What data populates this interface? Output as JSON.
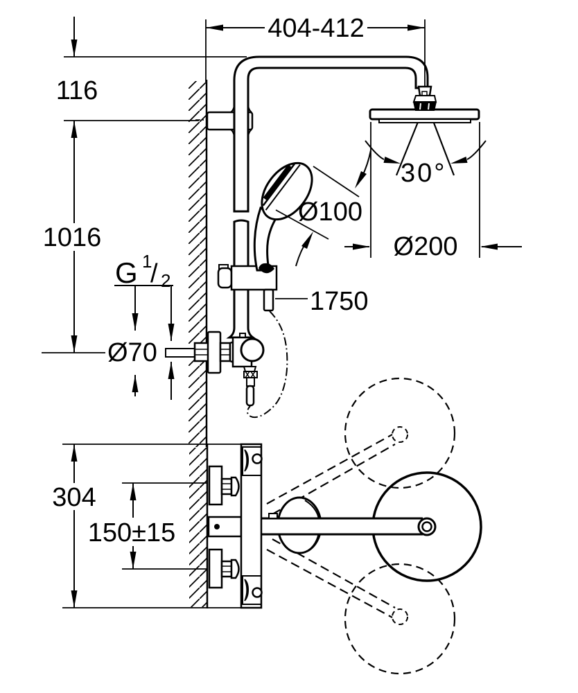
{
  "drawing": {
    "title": "shower-system-dimensional-drawing",
    "colors": {
      "line": "#000000",
      "background": "#ffffff"
    },
    "dimensions": {
      "top_width": "404-412",
      "wall_offset": "116",
      "rail_height": "1016",
      "thread": {
        "prefix": "G",
        "numerator": "1",
        "slash": "/",
        "denominator": "2"
      },
      "escutcheon_diameter": "Ø70",
      "head_shower_diameter": "Ø200",
      "head_angle": "30°",
      "hand_shower_diameter": "Ø100",
      "hose_length": "1750",
      "body_height": "304",
      "supply_spacing": "150±15"
    }
  }
}
